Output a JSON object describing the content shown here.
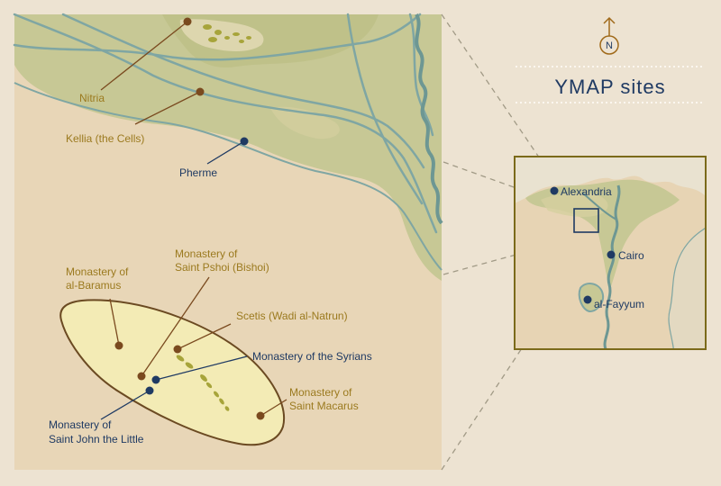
{
  "header": {
    "title": "YMAP sites",
    "north_letter": "N"
  },
  "colors": {
    "background": "#ede3d2",
    "land": "#e7d4b4",
    "green": "#c4c793",
    "water": "#7fa6a3",
    "frame": "#7b6a1a",
    "wadi_fill": "#f3ebb5",
    "wadi_edge": "#6b4a22",
    "site_brown": "#7a4a1f",
    "site_blue": "#1f3a63",
    "label_gold": "#9b7a1f",
    "label_blue": "#1f3a63"
  },
  "main_map": {
    "sites": [
      {
        "name": "Nitria",
        "color": "brown"
      },
      {
        "name": "Kellia (the Cells)",
        "color": "brown"
      },
      {
        "name": "Pherme",
        "color": "blue"
      }
    ],
    "wadi": {
      "region_label": "Scetis (Wadi al-Natrun)",
      "sites": [
        {
          "line1": "Monastery of",
          "line2": "al-Baramus",
          "color": "brown"
        },
        {
          "line1": "Monastery of",
          "line2": "Saint Pshoi (Bishoi)",
          "color": "brown"
        },
        {
          "line1": "Monastery of the Syrians",
          "line2": "",
          "color": "blue"
        },
        {
          "line1": "Monastery of",
          "line2": "Saint John the Little",
          "color": "blue"
        },
        {
          "line1": "Monastery of",
          "line2": "Saint Macarus",
          "color": "brown"
        }
      ]
    }
  },
  "inset_map": {
    "cities": [
      "Alexandria",
      "Cairo",
      "al-Fayyum"
    ]
  }
}
